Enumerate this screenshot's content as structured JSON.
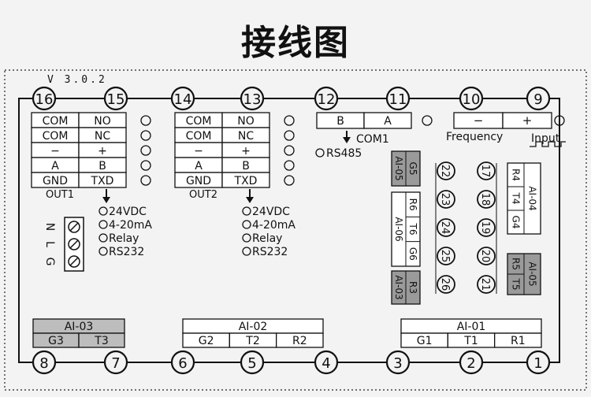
{
  "title": "接线图",
  "version": "V 3.0.2",
  "top_terminals": [
    "16",
    "15",
    "14",
    "13",
    "12",
    "11",
    "10",
    "9"
  ],
  "bottom_terminals": [
    "8",
    "7",
    "6",
    "5",
    "4",
    "3",
    "2",
    "1"
  ],
  "out1": {
    "grid": [
      [
        "COM",
        "NO"
      ],
      [
        "COM",
        "NC"
      ],
      [
        "−",
        "+"
      ],
      [
        "A",
        "B"
      ],
      [
        "GND",
        "TXD"
      ]
    ],
    "label": "OUT1",
    "options": [
      "24VDC",
      "4-20mA",
      "Relay",
      "RS232"
    ]
  },
  "out2": {
    "grid": [
      [
        "COM",
        "NO"
      ],
      [
        "COM",
        "NC"
      ],
      [
        "−",
        "+"
      ],
      [
        "A",
        "B"
      ],
      [
        "GND",
        "TXD"
      ]
    ],
    "label": "OUT2",
    "options": [
      "24VDC",
      "4-20mA",
      "Relay",
      "RS232"
    ]
  },
  "com1": {
    "cells": [
      "B",
      "A"
    ],
    "label": "COM1",
    "option": "RS485"
  },
  "frequency": {
    "cells": [
      "−",
      "+"
    ],
    "label": "Frequency",
    "input_label": "Input"
  },
  "power": [
    "N",
    "L",
    "G"
  ],
  "right_circles": {
    "left": [
      "22",
      "23",
      "24",
      "25",
      "26"
    ],
    "right": [
      "17",
      "18",
      "19",
      "20",
      "21"
    ]
  },
  "ai05_left": [
    "AI-05",
    "G5"
  ],
  "ai06": [
    "AI-06",
    "R6",
    "T6",
    "G6"
  ],
  "ai03_side": [
    "AI-03",
    "R3"
  ],
  "ai04": [
    "AI-04",
    "R4",
    "T4",
    "G4"
  ],
  "ai05_right": [
    "AI-05",
    "R5",
    "T5"
  ],
  "bottom_modules": [
    {
      "title": "AI-03",
      "cells": [
        "G3",
        "T3"
      ]
    },
    {
      "title": "AI-02",
      "cells": [
        "G2",
        "T2",
        "R2"
      ]
    },
    {
      "title": "AI-01",
      "cells": [
        "G1",
        "T1",
        "R1"
      ]
    }
  ]
}
